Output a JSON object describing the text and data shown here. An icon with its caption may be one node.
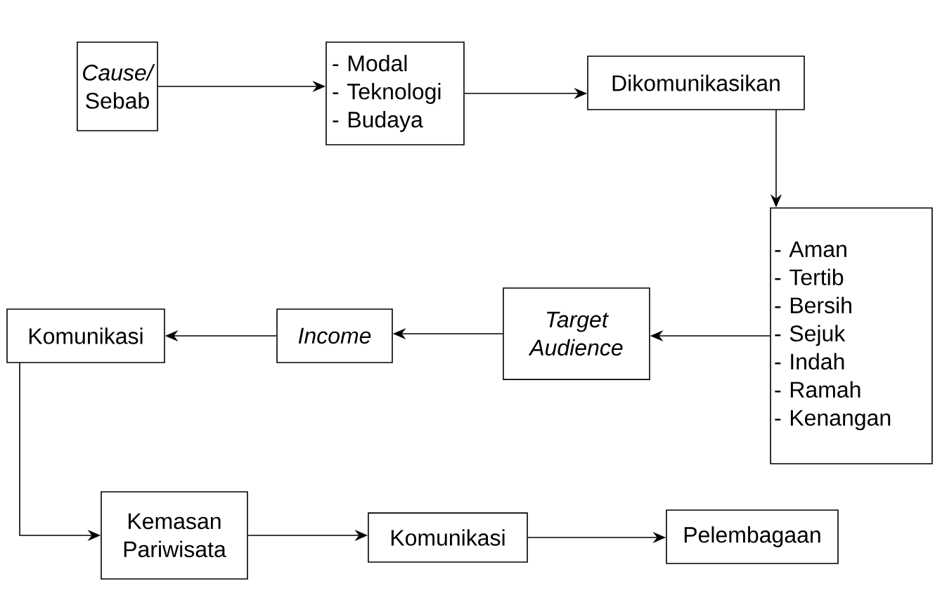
{
  "diagram": {
    "nodes": [
      {
        "text": [
          "*Cause/* Sebab"
        ]
      },
      {
        "text": [
          "- Modal",
          "- Teknologi",
          "- Budaya"
        ]
      },
      {
        "text": [
          "Dikomunikasikan"
        ]
      },
      {
        "text": [
          "- Aman",
          "- Tertib",
          "- Bersih",
          "- Sejuk",
          "- Indah",
          "- Ramah",
          "- Kenangan"
        ]
      },
      {
        "text": [
          "*Target Audience*"
        ]
      },
      {
        "text": [
          "*Income*"
        ]
      },
      {
        "text": [
          "Komunikasi"
        ]
      },
      {
        "text": [
          "Kemasan Pariwisata"
        ]
      },
      {
        "text": [
          "Komunikasi"
        ]
      },
      {
        "text": [
          "Pelembagaan"
        ]
      }
    ],
    "edges": [
      {
        "from": 0,
        "to": 1,
        "arrow": "to"
      },
      {
        "from": 1,
        "to": 2,
        "arrow": "to"
      },
      {
        "from": 2,
        "to": 3,
        "arrow": "to"
      },
      {
        "from": 3,
        "to": 4,
        "arrow": "to"
      },
      {
        "from": 4,
        "to": 5,
        "arrow": "to"
      },
      {
        "from": 5,
        "to": 6,
        "arrow": "to"
      },
      {
        "from": 6,
        "to": 7,
        "arrow": "to"
      },
      {
        "from": 7,
        "to": 8,
        "arrow": "to"
      },
      {
        "from": 8,
        "to": 9,
        "arrow": "to"
      }
    ]
  }
}
